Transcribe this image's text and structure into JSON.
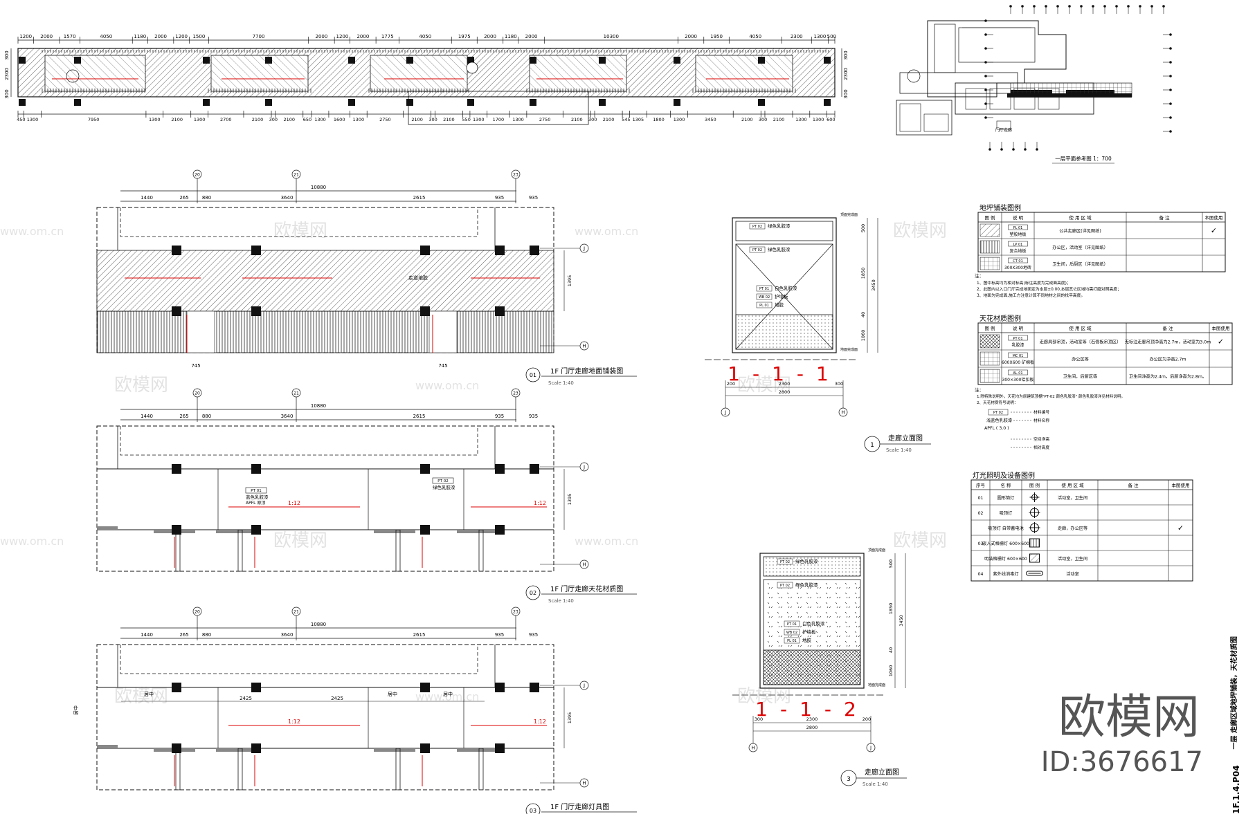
{
  "top_plan": {
    "dims_top": [
      "1200",
      "2000",
      "1570",
      "4050",
      "1180",
      "2000",
      "1200",
      "1500",
      "7700",
      "2000",
      "1200",
      "2000",
      "1775",
      "4050",
      "1975",
      "2000",
      "1180",
      "2000",
      "10300",
      "2000",
      "1950",
      "4050",
      "2300",
      "1300",
      "500"
    ],
    "dims_bottom": [
      "450",
      "1300",
      "7950",
      "1300",
      "2100",
      "1300",
      "2700",
      "2100",
      "300",
      "2100",
      "650",
      "1300",
      "1600",
      "1300",
      "2750",
      "2100",
      "300",
      "2100",
      "550",
      "1300",
      "1700",
      "1300",
      "2750",
      "2100",
      "300",
      "2100",
      "545",
      "1305",
      "1800",
      "1300",
      "3450",
      "2100",
      "300",
      "2100",
      "1300",
      "1300",
      "600"
    ],
    "dims_left": [
      "300",
      "2300",
      "300"
    ],
    "dims_right": [
      "300",
      "2300",
      "300"
    ]
  },
  "key_plan": {
    "caption": "一层平面参考图 1：700",
    "marker": "门厅走廊"
  },
  "plan_common": {
    "axes": [
      "20",
      "21",
      "23"
    ],
    "row_labels": [
      "J",
      "H"
    ],
    "overall": "10880",
    "segments": [
      "1440",
      "265",
      "880",
      "3640",
      "2615",
      "935",
      "935"
    ],
    "depth": "1395"
  },
  "plan1": {
    "num": "01",
    "title": "1F 门厅走廊地面铺装图",
    "scale": "Scale 1:40",
    "widths": [
      "745",
      "745"
    ],
    "material_tag": "走道地胶"
  },
  "plan2": {
    "num": "02",
    "title": "1F 门厅走廊天花材质图",
    "scale": "Scale 1:40",
    "slopes": [
      "1:12",
      "1:12"
    ],
    "tag_code": "PT 02",
    "tag_name": "绿色乳胶漆",
    "tag2_code": "PT 01",
    "tag2_name": "蓝色乳胶漆",
    "tag2_height": "APFL 原顶"
  },
  "plan3": {
    "num": "03",
    "title": "1F 门厅走廊灯具图",
    "scale": "Scale 1:40",
    "slopes": [
      "1:12",
      "1:12"
    ],
    "center_labels": [
      "居中",
      "居中",
      "居中",
      "居中"
    ],
    "dims": [
      "2425",
      "2425"
    ]
  },
  "elev1": {
    "num": "1",
    "title": "走廊立面图",
    "scale": "Scale 1:40",
    "axes": [
      "J",
      "H"
    ],
    "big_text": "1-1-1",
    "dims_bottom": [
      "200",
      "2300",
      "300"
    ],
    "total": "2800",
    "dims_right": [
      "500",
      "1850",
      "40",
      "1060"
    ],
    "total_h": "3450",
    "level_tags": [
      "顶面完成面",
      "地面完成面"
    ],
    "tags": [
      {
        "code": "PT 02",
        "name": "绿色乳胶漆"
      },
      {
        "code": "PT 02",
        "name": "绿色乳胶漆"
      },
      {
        "code": "PT 01",
        "name": "白色乳胶漆"
      },
      {
        "code": "WB 02",
        "name": "护墙板"
      },
      {
        "code": "PL 01",
        "name": "地胶"
      }
    ]
  },
  "elev3": {
    "num": "3",
    "title": "走廊立面图",
    "scale": "Scale 1:40",
    "axes": [
      "H",
      "J"
    ],
    "big_text": "1-1-2",
    "dims_bottom": [
      "300",
      "2300",
      "200"
    ],
    "total": "2800",
    "dims_right": [
      "500",
      "1850",
      "40",
      "1060"
    ],
    "total_h": "3450",
    "level_tags": [
      "顶面完成面",
      "地面完成面"
    ],
    "tags": [
      {
        "code": "PT 02",
        "name": "绿色乳胶漆"
      },
      {
        "code": "PT 02",
        "name": "绿色乳胶漆"
      },
      {
        "code": "PT 01",
        "name": "白色乳胶漆"
      },
      {
        "code": "WB 02",
        "name": "护墙板"
      },
      {
        "code": "PL 01",
        "name": "地胶"
      }
    ]
  },
  "legend_floor": {
    "title": "地坪铺装图例",
    "headers": [
      "图 例",
      "说 明",
      "使 用 区 域",
      "备 注",
      "本图使用"
    ],
    "rows": [
      {
        "code": "PL 01",
        "name": "塑胶地板",
        "area": "公共走廊区(详见图纸)",
        "note": "",
        "used": "✓"
      },
      {
        "code": "LP 01",
        "name": "复合地板",
        "area": "办公区，活动室（详见图纸）",
        "note": "",
        "used": ""
      },
      {
        "code": "CT 01",
        "name": "300X300地砖",
        "area": "卫生间，后厨区（详见图纸）",
        "note": "",
        "used": ""
      }
    ],
    "notes_title": "注：",
    "notes": [
      "1、图中标高均为相对标高(标注高度为完成面高度)；",
      "2、此图内以入口门厅完成地面定为本层±0.00,本层其它区域均需打磨对照高度；",
      "3、地面为完成面,施工方注意计算不同地材之间的找平高度。"
    ]
  },
  "legend_ceiling": {
    "title": "天花材质图例",
    "headers": [
      "图 例",
      "说 明",
      "使 用 区 域",
      "备 注",
      "本图使用"
    ],
    "rows": [
      {
        "code": "PT 01",
        "name": "乳胶漆",
        "area": "走廊局部吊顶，活动室等（石膏板吊顶区）",
        "note": "无标注走廊吊顶净高为2.7m，活动室为3.0m",
        "used": "✓"
      },
      {
        "code": "MC 01",
        "name": "600X600 矿棉板",
        "area": "办公区等",
        "note": "办公区为净高2.7m",
        "used": ""
      },
      {
        "code": "AL 01",
        "name": "300×300铝扣板",
        "area": "卫生间，后厨区等",
        "note": "卫生间净高为2.4m，后厨净高为2.8m。",
        "used": ""
      }
    ],
    "notes_title": "注：",
    "notes": [
      "1.除特殊说明外，天花均为原建筑顶棚\"PT-02 颜色乳胶漆\" 颜色乳胶漆详见材料说明。",
      "2、天花材质符号说明："
    ],
    "symbol": {
      "code": "PT 02",
      "name": "浅蓝色乳胶漆",
      "height": "APFL ( 3.0 )",
      "labels": [
        "材料编号",
        "材料名称",
        "空间净高",
        "相对高度"
      ]
    }
  },
  "legend_light": {
    "title": "灯光照明及设备图例",
    "headers": [
      "序号",
      "名 称",
      "图 例",
      "使 用 区 域",
      "备 注",
      "本图使用"
    ],
    "rows": [
      {
        "no": "01",
        "name": "圆形筒灯",
        "area": "活动室，卫生间",
        "note": "",
        "used": ""
      },
      {
        "no": "02",
        "name": "吸顶灯",
        "area": "",
        "note": "",
        "used": ""
      },
      {
        "no": "",
        "name": "吸顶灯 自带蓄电池",
        "area": "走廊，办公区等",
        "note": "",
        "used": "✓"
      },
      {
        "no": "03",
        "name": "嵌入式格栅灯 600×600",
        "area": "",
        "note": "",
        "used": ""
      },
      {
        "no": "",
        "name": "明装格栅灯 600×600",
        "area": "活动室，卫生间",
        "note": "",
        "used": ""
      },
      {
        "no": "04",
        "name": "紫外线消毒灯",
        "area": "活动室",
        "note": "",
        "used": ""
      }
    ]
  },
  "watermark": {
    "brand": "欧模网",
    "url": "www.om.cn",
    "id": "ID:3676617"
  },
  "title_block": {
    "title": "一层 走廊区域地坪铺装，天花材质图",
    "sheet": "1F.1.4.P04"
  }
}
